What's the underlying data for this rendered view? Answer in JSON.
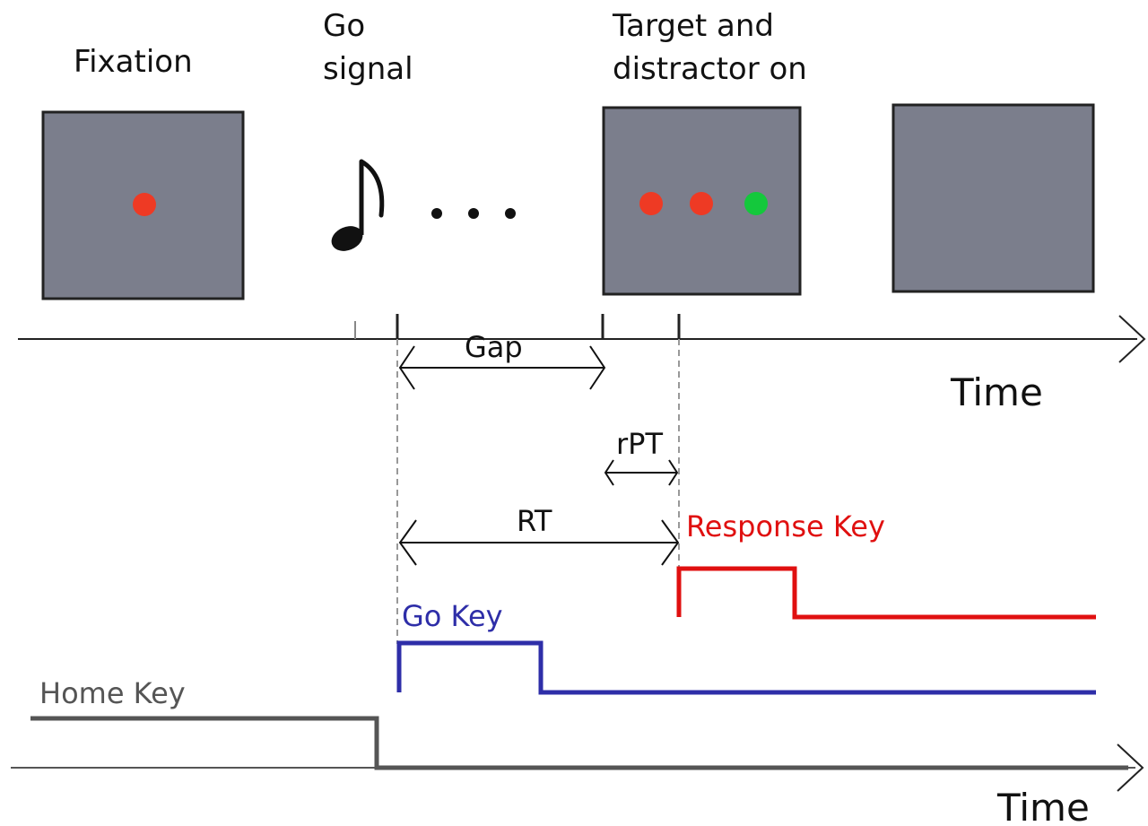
{
  "stages": {
    "fixation": "Fixation",
    "go_signal_line1": "Go",
    "go_signal_line2": "signal",
    "target_line1": "Target and",
    "target_line2": "distractor on"
  },
  "intervals": {
    "gap": "Gap",
    "rpt": "rPT",
    "rt": "RT"
  },
  "axes": {
    "time_upper": "Time",
    "time_lower": "Time"
  },
  "keys": {
    "response": "Response Key",
    "go": "Go Key",
    "home": "Home Key"
  },
  "colors": {
    "screen": "#7b7e8c",
    "fixation_dot": "#ee3a24",
    "target_dot": "#ee3a24",
    "distractor_dot": "#ee3a24",
    "green_dot": "#14c83c",
    "response_trace": "#e01010",
    "go_trace": "#2e2ea8",
    "home_trace": "#555555"
  },
  "icons": {
    "go_signal": "music-note-icon",
    "delay": "ellipsis-icon"
  }
}
